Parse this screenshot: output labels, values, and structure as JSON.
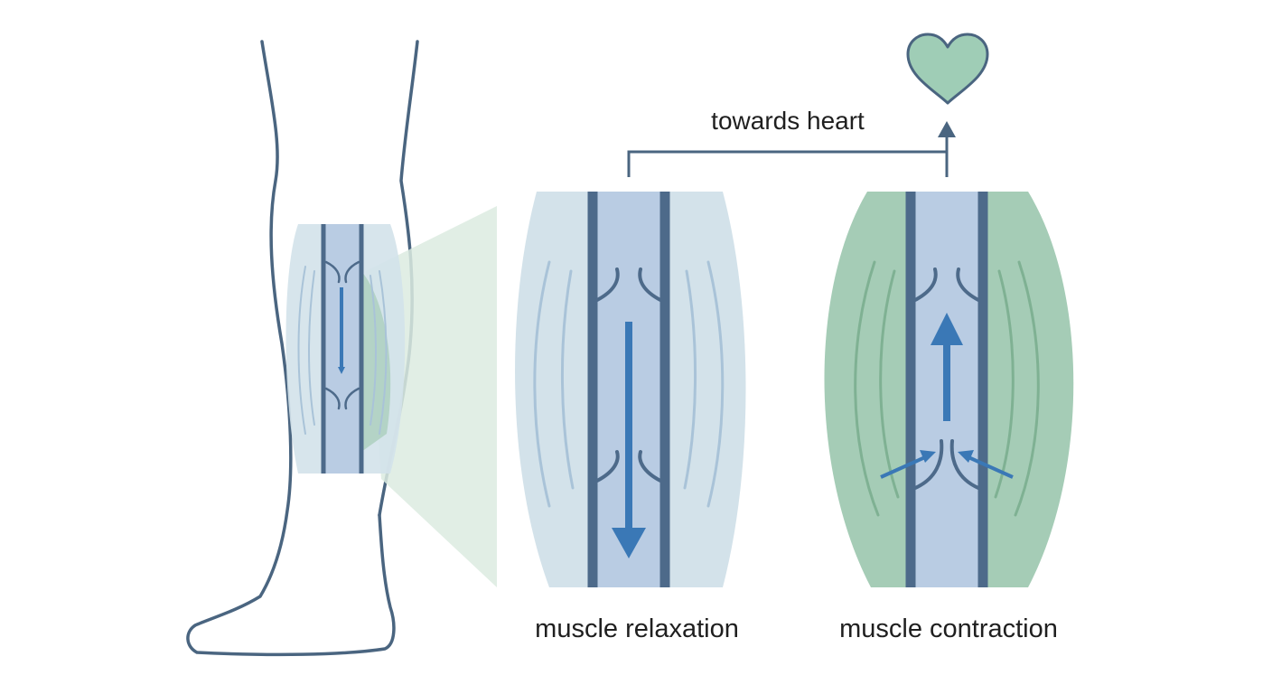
{
  "labels": {
    "towards_heart": "towards heart",
    "relaxation": "muscle relaxation",
    "contraction": "muscle contraction"
  },
  "colors": {
    "outline": "#4a6580",
    "vein_wall": "#4d6a8a",
    "vein_fill": "#b9cce3",
    "relaxed_muscle": "#d3e2ea",
    "contracted_muscle": "#a5ccb6",
    "flow_arrow": "#3a78b6",
    "heart_fill": "#9fcdb6",
    "zoom_cone": "#dcebe0"
  },
  "icons": [
    "heart-icon",
    "up-arrow-icon",
    "down-arrow-icon"
  ]
}
